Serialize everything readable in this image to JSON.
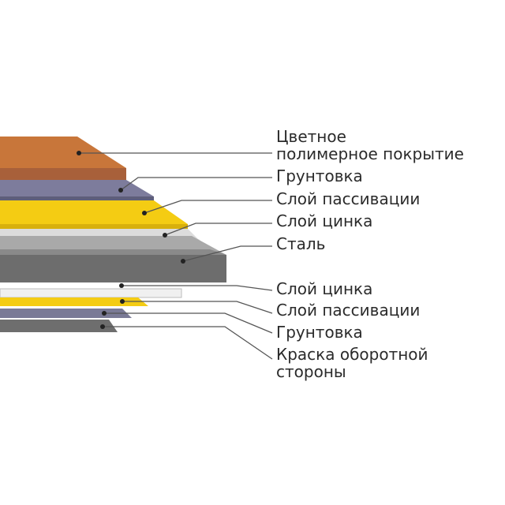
{
  "labels": {
    "colored_coating_line1": "Цветное",
    "colored_coating_line2": "полимерное покрытие",
    "primer_top": "Грунтовка",
    "passivation_top": "Слой пассивации",
    "zinc_top": "Слой цинка",
    "steel": "Сталь",
    "zinc_bottom": "Слой цинка",
    "passivation_bottom": "Слой пассивации",
    "primer_bottom": "Грунтовка",
    "backside_paint_line1": "Краска оборотной",
    "backside_paint_line2": "стороны"
  },
  "colors": {
    "polymer_coating": "#c8763a",
    "primer_top": "#7d7c9c",
    "passivation": "#f4cc13",
    "zinc": "#dcdcdc",
    "steel": "#6d6d6d",
    "primer_bottom": "#7a7a96",
    "backside_paint": "#6e6e6e",
    "leader_line": "#555555",
    "text": "#2b2b2b"
  }
}
